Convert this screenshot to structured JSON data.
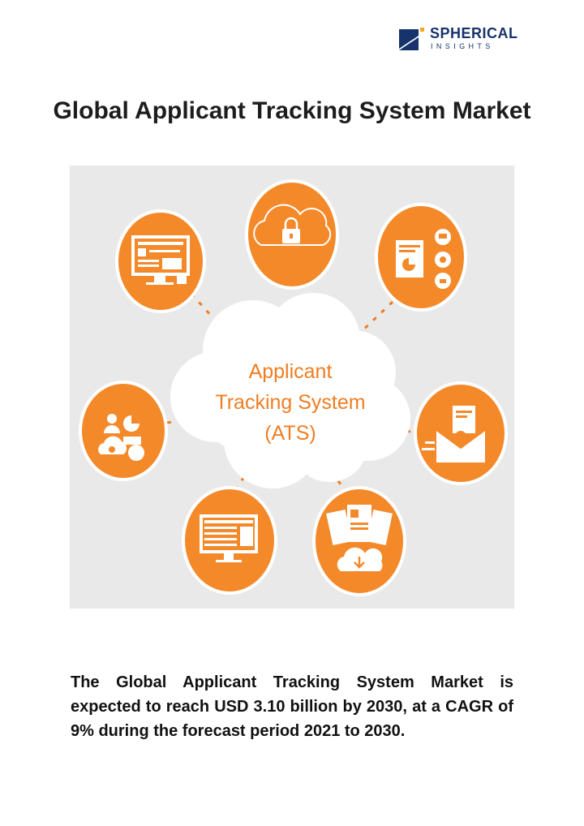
{
  "brand": {
    "name": "SPHERICAL",
    "tagline": "INSIGHTS",
    "colors": {
      "navy": "#17336b",
      "accent": "#f5a623"
    }
  },
  "report": {
    "title": "Global Applicant Tracking System Market",
    "summary": "The Global Applicant Tracking System Market is expected to reach USD 3.10 billion by 2030, at a CAGR of 9% during the forecast period 2021 to 2030."
  },
  "diagram": {
    "center_label_lines": [
      "Applicant",
      "Tracking System",
      "(ATS)"
    ],
    "colors": {
      "orange": "#f4892a",
      "label": "#f07d22",
      "background": "#e9e9e9"
    },
    "nodes": [
      {
        "name": "cloud-lock-icon"
      },
      {
        "name": "document-charts-icon"
      },
      {
        "name": "email-chart-icon"
      },
      {
        "name": "resume-download-icon"
      },
      {
        "name": "monitor-spreadsheet-icon"
      },
      {
        "name": "people-chart-icon"
      },
      {
        "name": "monitor-profile-icon"
      }
    ]
  }
}
